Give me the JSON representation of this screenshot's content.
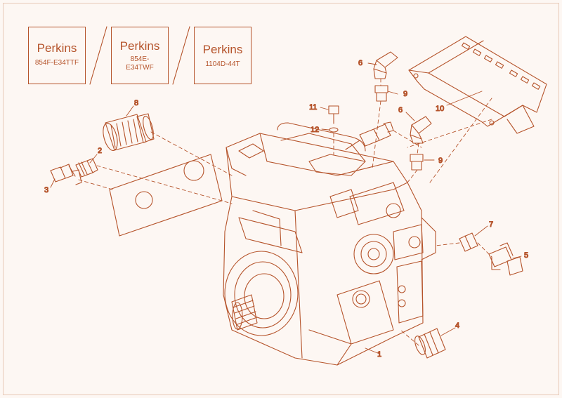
{
  "engines": [
    {
      "brand": "Perkins",
      "model": "854F-E34TTF"
    },
    {
      "brand": "Perkins",
      "model": "854E-\nE34TWF"
    },
    {
      "brand": "Perkins",
      "model": "1104D-44T"
    }
  ],
  "callouts": {
    "c1": "1",
    "c2": "2",
    "c3": "3",
    "c4": "4",
    "c5": "5",
    "c6a": "6",
    "c6b": "6",
    "c7": "7",
    "c8": "8",
    "c9a": "9",
    "c9b": "9",
    "c10": "10",
    "c11": "11",
    "c12": "12"
  },
  "colors": {
    "line": "#b5532a",
    "background": "#fdf7f3",
    "text": "#7a3a1e"
  }
}
